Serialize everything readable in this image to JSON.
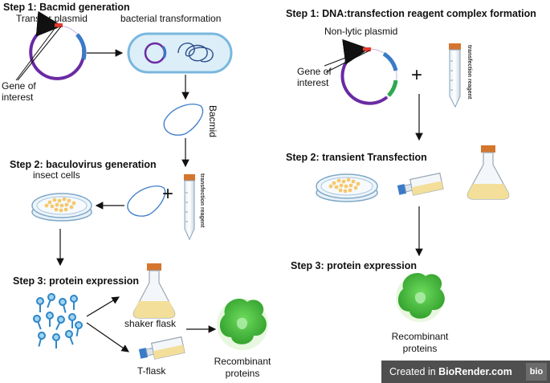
{
  "left": {
    "step1_title": "Step 1: Bacmid generation",
    "transfer_plasmid": "Transfer plasmid",
    "bacterial_transformation": "bacterial transformation",
    "gene_of_interest_line1": "Gene of",
    "gene_of_interest_line2": "interest",
    "bacmid": "Bacmid",
    "step2_title": "Step 2: baculovirus generation",
    "insect_cells": "insect cells",
    "plus": "+",
    "transfection_reagent": "transfection reagent",
    "step3_title": "Step 3: protein expression",
    "shaker_flask": "shaker flask",
    "t_flask": "T-flask",
    "recombinant_line1": "Recombinant",
    "recombinant_line2": "proteins"
  },
  "right": {
    "step1_title": "Step 1: DNA:transfection reagent complex formation",
    "non_lytic_plasmid": "Non-lytic plasmid",
    "gene_of_interest_line1": "Gene of",
    "gene_of_interest_line2": "interest",
    "plus": "+",
    "transfection_reagent": "transfection reagent",
    "step2_title": "Step 2: transient Transfection",
    "step3_title": "Step 3: protein expression",
    "recombinant_line1": "Recombinant",
    "recombinant_line2": "proteins"
  },
  "footer": {
    "created_in": "Created in ",
    "brand": "BioRender.com",
    "logo": "bio"
  },
  "colors": {
    "plasmid_purple": "#6a2aa3",
    "plasmid_blue": "#3a7bc8",
    "plasmid_green": "#2fa84f",
    "plasmid_red": "#e23b2e",
    "cell_fill": "#dceef8",
    "cell_border": "#79b7de",
    "dish_cells": "#f7c86a",
    "medium_yellow": "#f3df9a",
    "cap_orange": "#d4762e",
    "protein_green": "#3fbf3a",
    "badge_bg": "#4f4f4f"
  }
}
